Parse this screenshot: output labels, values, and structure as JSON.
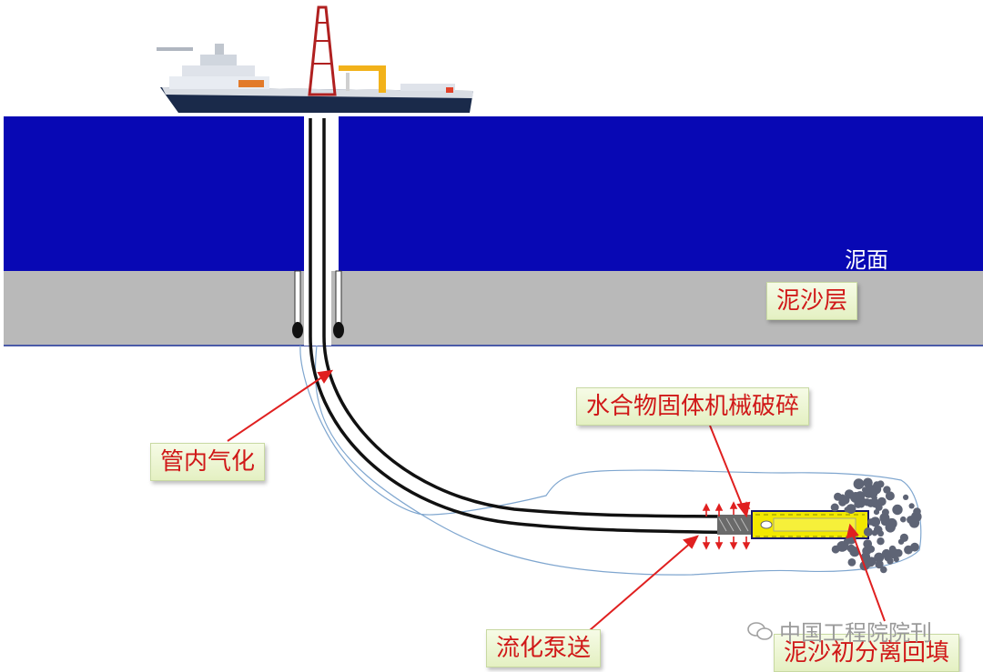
{
  "labels": {
    "seafloor": "泥面",
    "sediment_layer": "泥沙层",
    "gasification": "管内气化",
    "mechanical_crushing": "水合物固体机械破碎",
    "fluidized_pumping": "流化泵送",
    "separation_backfill": "泥沙初分离回填"
  },
  "watermark": "中国工程院院刊",
  "icons": {
    "vessel": "drilling-ship-icon",
    "watermark": "wechat-icon"
  },
  "colors": {
    "sea": "#0808b4",
    "sediment": "#b8b8b8",
    "label_text": "#d01818",
    "arrow": "#e02020",
    "tool": "#f2e800"
  }
}
